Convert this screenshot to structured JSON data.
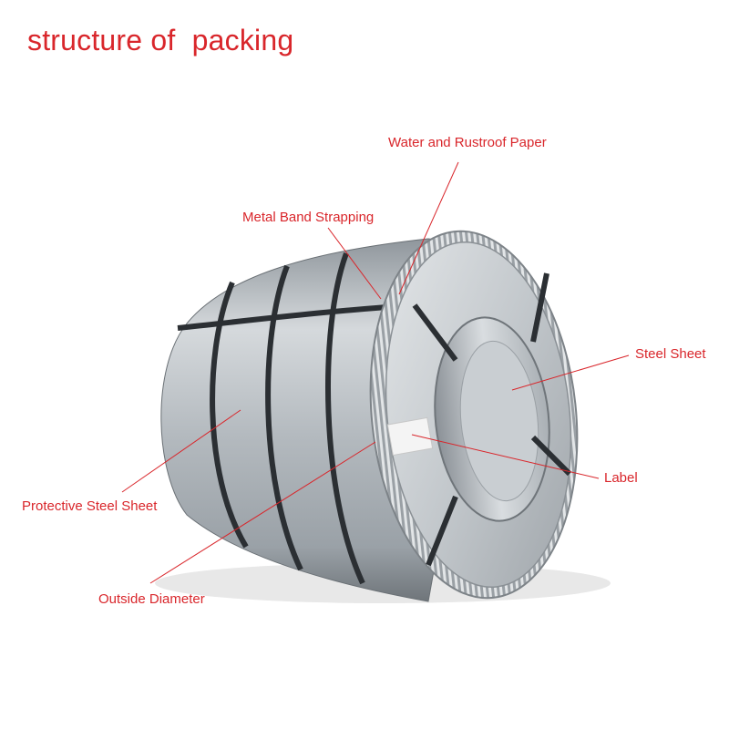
{
  "title": "structure of  packing",
  "labels": {
    "water_paper": "Water and Rustroof Paper",
    "metal_band": "Metal Band Strapping",
    "steel_sheet": "Steel Sheet",
    "label": "Label",
    "protective_sheet": "Protective Steel Sheet",
    "outside_diameter": "Outside Diameter"
  },
  "colors": {
    "accent": "#d9262b",
    "steel": "#b9bfc4",
    "band": "#2b2f33"
  }
}
